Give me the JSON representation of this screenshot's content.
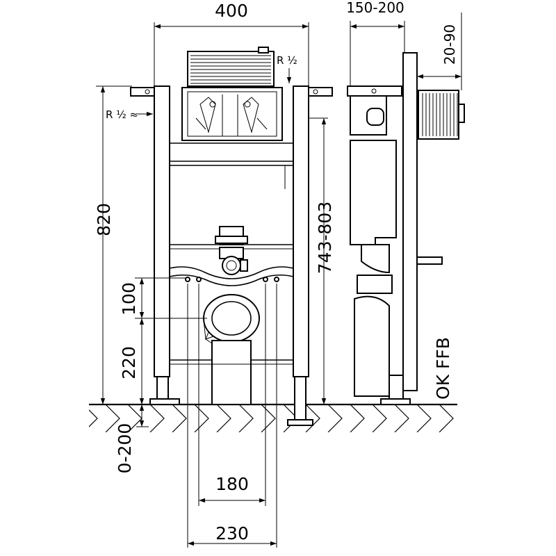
{
  "dimensions": {
    "width_total": "400",
    "depth": "150-200",
    "projection": "20-90",
    "frame_height": "820",
    "adjust_height": "743-803",
    "offset_upper": "100",
    "offset_lower": "220",
    "leg_extension": "0-200",
    "bolt_spacing": "180",
    "outer_spacing": "230"
  },
  "labels": {
    "pipe_top": "R ½",
    "pipe_left": "R ½ ≈",
    "floor_level": "OK FFB"
  }
}
